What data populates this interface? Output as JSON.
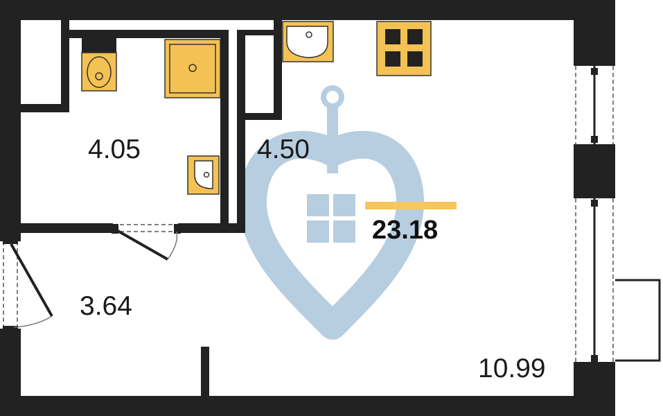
{
  "plan": {
    "total_area": "23.18",
    "rooms": [
      {
        "id": "bathroom",
        "area": "4.05"
      },
      {
        "id": "wardrobe",
        "area": "4.50"
      },
      {
        "id": "hallway",
        "area": "3.64"
      },
      {
        "id": "living_room",
        "area": "10.99"
      }
    ]
  },
  "colors": {
    "wall": "#222222",
    "fixture": "#f4c153",
    "fixture_outline": "#333333",
    "watermark": "#b7cde0",
    "accent_bar": "#f6c75c"
  },
  "icons": [
    "anchor-heart-watermark-icon",
    "toilet-icon",
    "shower-tray-icon",
    "washbasin-icon",
    "kitchen-sink-icon",
    "cooktop-icon"
  ]
}
